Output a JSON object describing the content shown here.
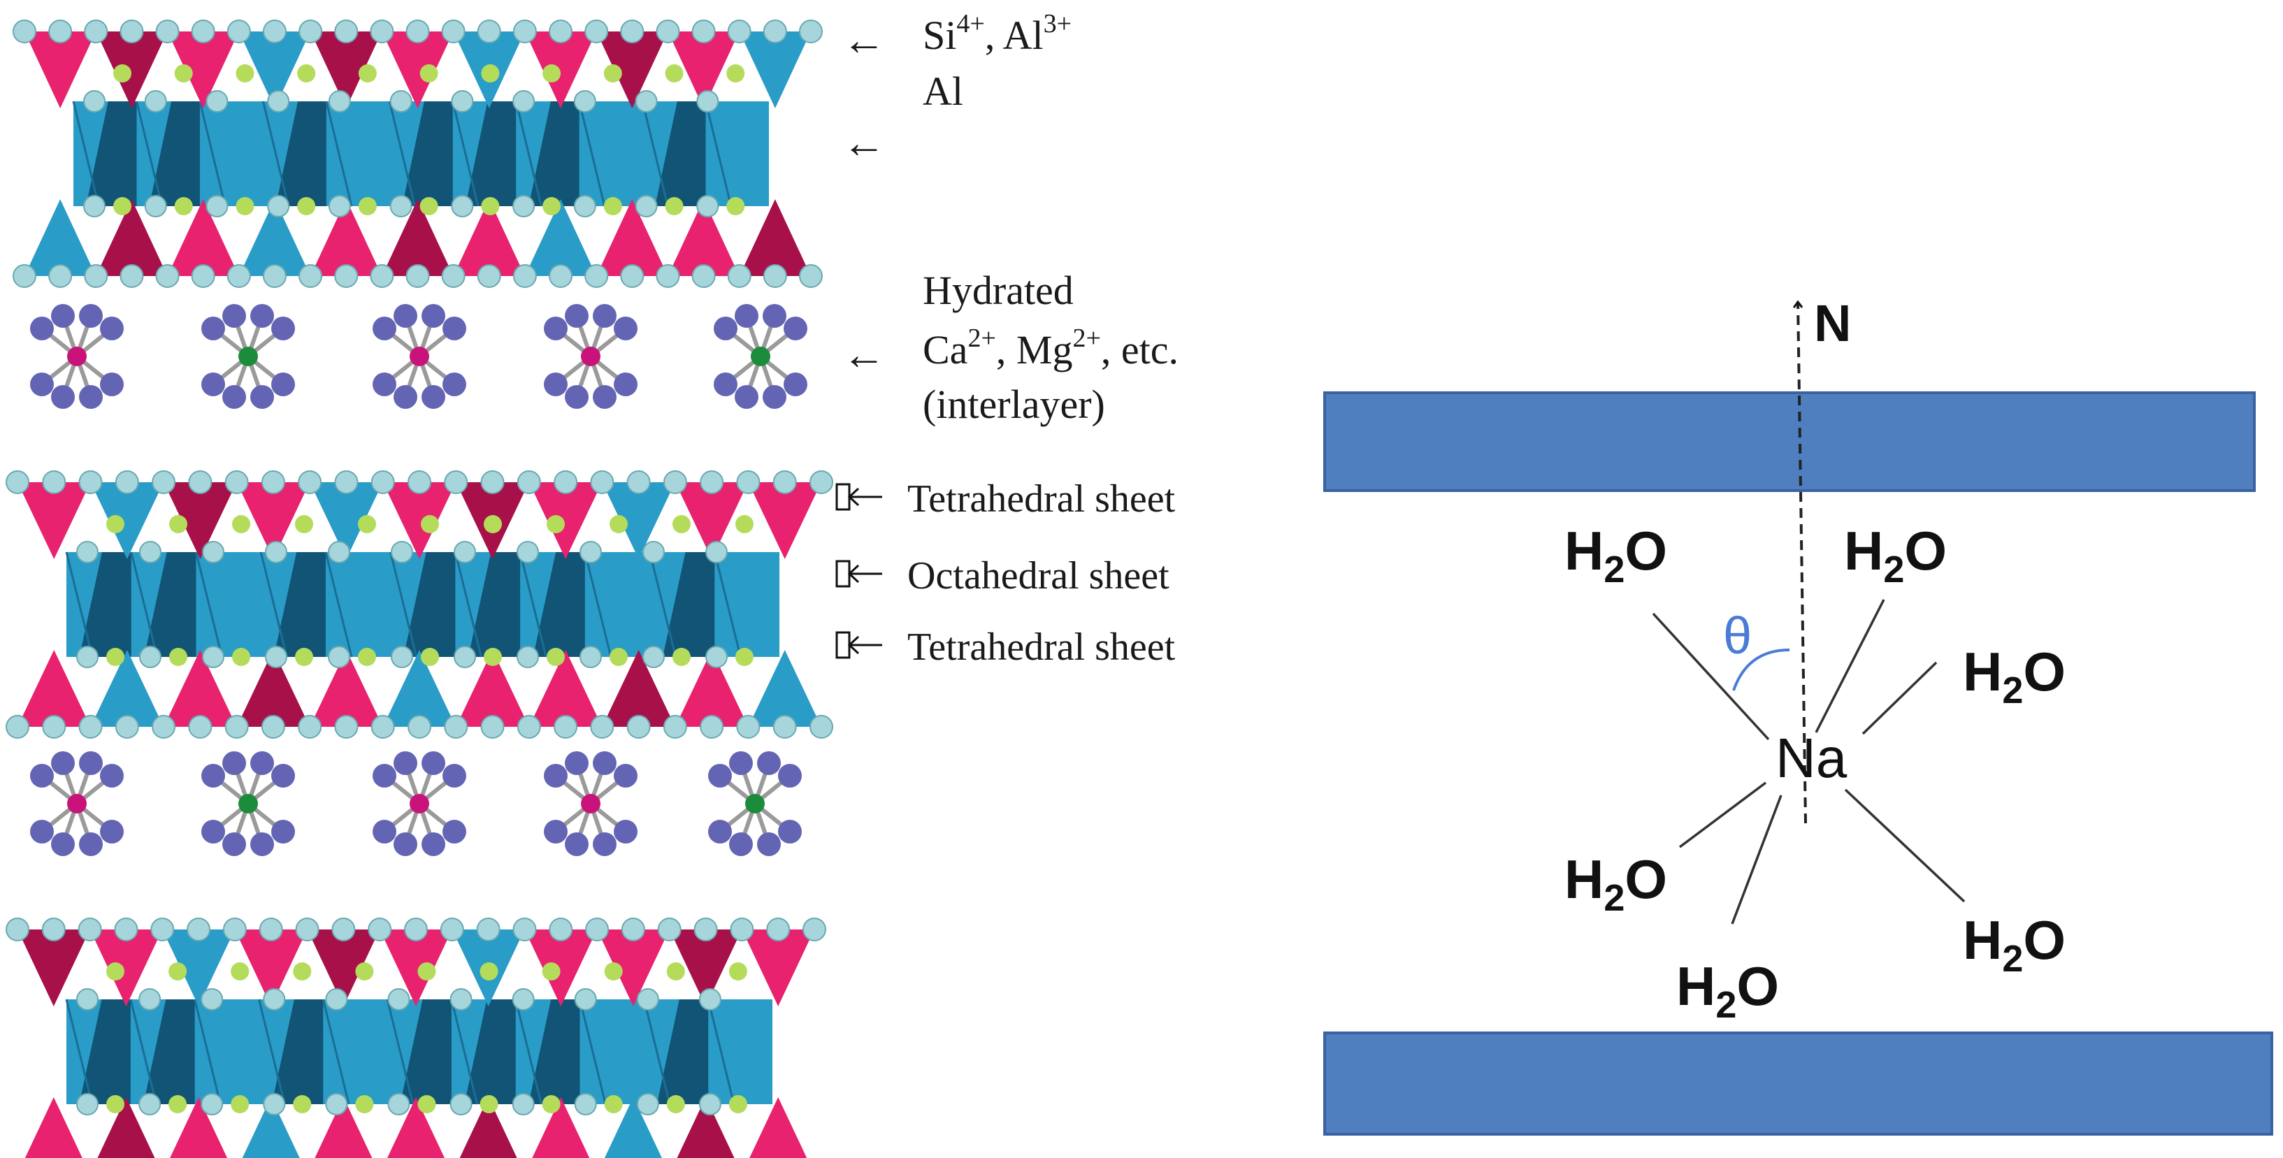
{
  "left_panel": {
    "labels": {
      "si_al_line1": {
        "base1": "Si",
        "sup1": "4+",
        "sep": ", Al",
        "sup2": "3+"
      },
      "al_line2": "Al",
      "hydrated_line1": "Hydrated",
      "hydrated_line2": {
        "ca": "Ca",
        "ca_sup": "2+",
        "mg": ", Mg",
        "mg_sup": "2+",
        "rest": ", etc."
      },
      "hydrated_line3": "(interlayer)",
      "tetrahedral_top": "Tetrahedral sheet",
      "octahedral": "Octahedral sheet",
      "tetrahedral_bottom": "Tetrahedral sheet",
      "arrow_glyph": "←"
    },
    "colors": {
      "tetra_pink": "#e8226e",
      "tetra_dark": "#a8104a",
      "tetra_blue": "#2a9cc8",
      "octa_blue": "#2a9cc8",
      "octa_dark": "#0d4866",
      "oxygen": "#a6d6dc",
      "cation_green_light": "#b4dc5a",
      "water_purple": "#6464b4",
      "ion_magenta": "#c8147a",
      "ion_green": "#1c8c3c"
    }
  },
  "right_panel": {
    "normal_label": "N",
    "theta_label": "θ",
    "center_ion": "Na",
    "water": {
      "h": "H",
      "sub": "2",
      "o": "O"
    },
    "colors": {
      "plate": "#4f7fbf",
      "plate_border": "#3a62a0",
      "theta": "#4a7cd6"
    }
  }
}
